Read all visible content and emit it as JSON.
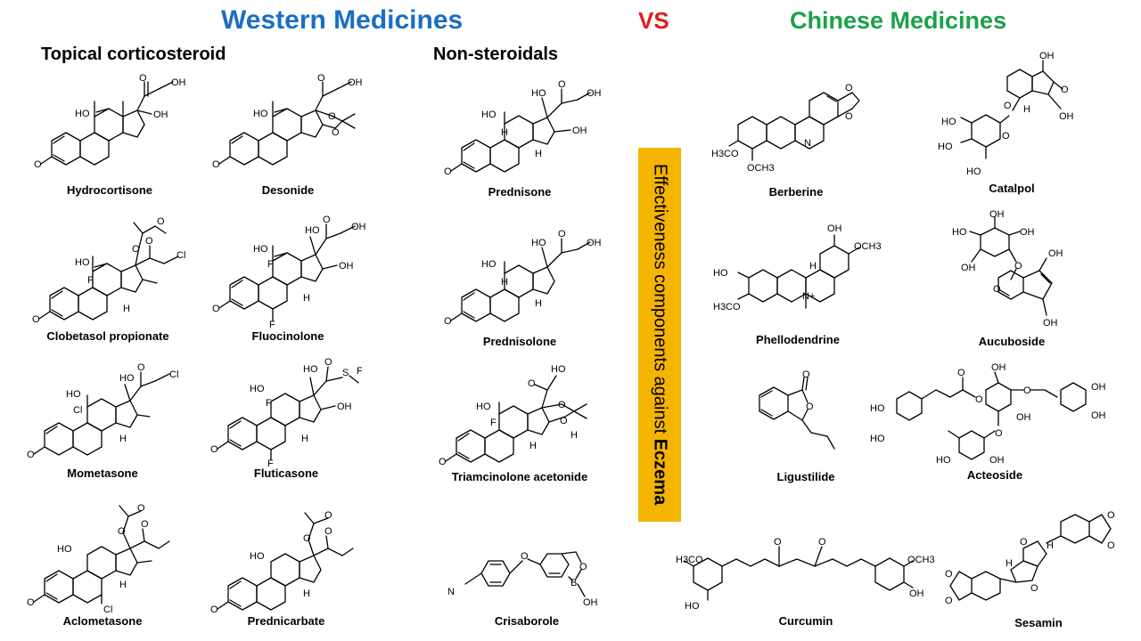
{
  "headings": {
    "western": "Western Medicines",
    "vs": "VS",
    "chinese": "Chinese Medicines"
  },
  "subheadings": {
    "topical": "Topical corticosteroid",
    "nonsteroidal": "Non-steroidals"
  },
  "banner": {
    "text": "Effectiveness components against",
    "emphasis": "Eczema",
    "color": "#f4b400"
  },
  "colors": {
    "western": "#1b6ec2",
    "vs": "#e21b1b",
    "chinese": "#1aa14a"
  },
  "compounds": {
    "hydrocortisone": "Hydrocortisone",
    "desonide": "Desonide",
    "clobetasol": "Clobetasol propionate",
    "fluocinolone": "Fluocinolone",
    "mometasone": "Mometasone",
    "fluticasone": "Fluticasone",
    "aclometasone": "Aclometasone",
    "prednicarbate": "Prednicarbate",
    "prednisone": "Prednisone",
    "prednisolone": "Prednisolone",
    "triamcinolone": "Triamcinolone acetonide",
    "crisaborole": "Crisaborole",
    "berberine": "Berberine",
    "catalpol": "Catalpol",
    "phellodendrine": "Phellodendrine",
    "aucuboside": "Aucuboside",
    "ligustilide": "Ligustilide",
    "acteoside": "Acteoside",
    "curcumin": "Curcumin",
    "sesamin": "Sesamin"
  },
  "atom_labels": {
    "oh": "OH",
    "ho": "HO",
    "o": "O",
    "f": "F",
    "cl": "Cl",
    "h": "H",
    "s": "S",
    "n": "N",
    "b": "B",
    "och3": "OCH3",
    "h3co": "H3CO",
    "nplus": "N+"
  }
}
